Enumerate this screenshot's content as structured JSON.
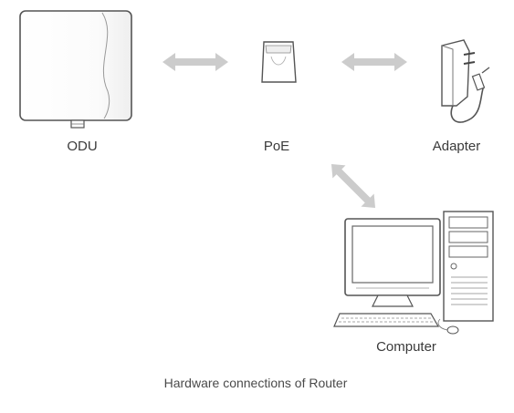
{
  "nodes": {
    "odu": "ODU",
    "poe": "PoE",
    "adapter": "Adapter",
    "computer": "Computer"
  },
  "caption": "Hardware connections of Router",
  "colors": {
    "line": "#555555",
    "arrow": "#cccccc",
    "fill": "#ffffff",
    "shade": "#e6e6e6"
  }
}
